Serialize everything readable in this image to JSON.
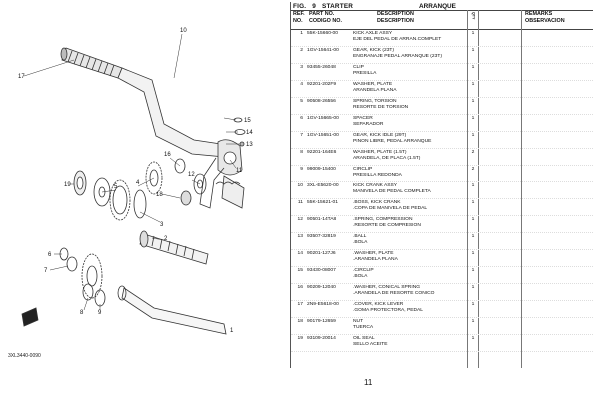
{
  "figure": {
    "label": "FIG.",
    "number": "9",
    "title": "STARTER",
    "title_es": "ARRANQUE",
    "diagram_code": "3XL3440-0090",
    "page_number": "11"
  },
  "columns": {
    "ref_1": "REF.",
    "ref_2": "NO.",
    "part_1": "PART NO.",
    "part_2": "CODIGO NO.",
    "desc_1": "DESCRIPTION",
    "desc_2": "DESCRIPTION",
    "qty": "QTY",
    "remarks_1": "REMARKS",
    "remarks_2": "OBSERVACION"
  },
  "parts": [
    {
      "ref": "1",
      "part_no": "55K-15660-00",
      "desc_en": "KICK AXLE ASSY",
      "desc_es": "EJE DEL PEDAL DE ARRAN.COMPLET",
      "qty": "1"
    },
    {
      "ref": "2",
      "part_no": "1GV-15641-00",
      "desc_en": "GEAR, KICK (23T)",
      "desc_es": "ENGRANAJE PEDAL ARRANQUE (23T)",
      "qty": "1"
    },
    {
      "ref": "3",
      "part_no": "93455-26048",
      "desc_en": "CLIP",
      "desc_es": "PRESILLA",
      "qty": "1"
    },
    {
      "ref": "4",
      "part_no": "92201-202F9",
      "desc_en": "WASHER, PLATE",
      "desc_es": "ARANDELA PLANA",
      "qty": "1"
    },
    {
      "ref": "5",
      "part_no": "90508-26556",
      "desc_en": "SPRING, TORSION",
      "desc_es": "RESORTE  DE TORSION",
      "qty": "1"
    },
    {
      "ref": "6",
      "part_no": "1GV-15665-00",
      "desc_en": "SPACER",
      "desc_es": "SEPARADOR",
      "qty": "1"
    },
    {
      "ref": "7",
      "part_no": "1GV-15651-00",
      "desc_en": "GEAR, KICK IDLE (29T)",
      "desc_es": "PINON LIBRE, PEDAL ARRANQUE",
      "qty": "1"
    },
    {
      "ref": "8",
      "part_no": "92201-164E6",
      "desc_en": "WASHER, PLATE (1.5T)",
      "desc_es": "ARANDELA, DE PLACA (1.5T)",
      "qty": "2"
    },
    {
      "ref": "9",
      "part_no": "99009-15400",
      "desc_en": "CIRCLIP",
      "desc_es": "PRESILLA REDONDA",
      "qty": "2"
    },
    {
      "ref": "10",
      "part_no": "3XL-E5620-00",
      "desc_en": "KICK CRANK ASSY",
      "desc_es": "MANIVELA DE PEDAL COMPLETA",
      "qty": "1"
    },
    {
      "ref": "11",
      "part_no": "55K-15621-01",
      "desc_en": ".BOSS, KICK CRANK",
      "desc_es": ".COPA DE MANIVELA DE PEDAL",
      "qty": "1"
    },
    {
      "ref": "12",
      "part_no": "90501-14TA8",
      "desc_en": ".SPRING, COMPRESSION",
      "desc_es": ".RESORTE  DE COMPRESION",
      "qty": "1"
    },
    {
      "ref": "13",
      "part_no": "93507-32819",
      "desc_en": ".BALL",
      "desc_es": ".BOLA",
      "qty": "1"
    },
    {
      "ref": "14",
      "part_no": "90201-127J6",
      "desc_en": ".WASHER, PLATE",
      "desc_es": ".ARANDELA PLANA",
      "qty": "1"
    },
    {
      "ref": "15",
      "part_no": "93430-08007",
      "desc_en": ".CIRCLIP",
      "desc_es": ".BOLA",
      "qty": "1"
    },
    {
      "ref": "16",
      "part_no": "90209-12040",
      "desc_en": ".WASHER, CONICAL SPRING",
      "desc_es": ".ARANDELA  DE RESORTE CONICO",
      "qty": "1"
    },
    {
      "ref": "17",
      "part_no": "2N9-E5618-00",
      "desc_en": ".COVER, KICK LEVER",
      "desc_es": ".GOMA PROTECTORA, PEDAL",
      "qty": "1"
    },
    {
      "ref": "18",
      "part_no": "90179-12659",
      "desc_en": "NUT",
      "desc_es": "TUERCA",
      "qty": "1"
    },
    {
      "ref": "19",
      "part_no": "93109-20014",
      "desc_en": "OIL SEAL",
      "desc_es": "SELLO ACEITE",
      "qty": "1"
    }
  ],
  "callouts": [
    "17",
    "10",
    "15",
    "14",
    "13",
    "12",
    "11",
    "16",
    "18",
    "19",
    "5",
    "4",
    "3",
    "2",
    "1",
    "6",
    "7",
    "8",
    "9"
  ],
  "colors": {
    "ink": "#111111",
    "line": "#333333",
    "paper": "#ffffff"
  }
}
